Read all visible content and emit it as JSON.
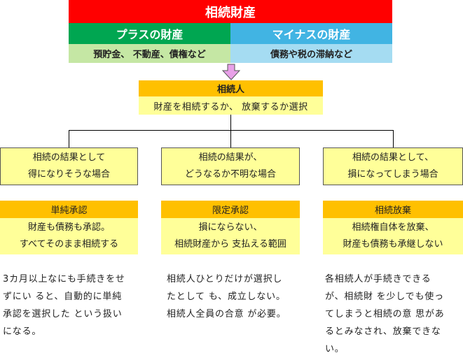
{
  "estate": {
    "title": "相続財産",
    "plus": {
      "label": "プラスの財産",
      "examples": "預貯金、 不動産、債権など"
    },
    "minus": {
      "label": "マイナスの財産",
      "examples": "債務や税の滞納など"
    }
  },
  "heir": {
    "label": "相続人",
    "choice": "財産を相続するか、 放棄するか選択"
  },
  "options": [
    {
      "case_lines": [
        "相続の結果として",
        "得になりそうな場合"
      ],
      "type": "単純承認",
      "desc_lines": [
        "財産も債務も承認。",
        "すべてそのまま相続する"
      ],
      "note_lines": [
        "3カ月以上なにも手続きをせ",
        "ずにい ると、自動的に単純",
        "承認を選択した という扱い",
        "になる。"
      ]
    },
    {
      "case_lines": [
        "相続の結果が、",
        "どうなるか不明な場合"
      ],
      "type": "限定承認",
      "desc_lines": [
        "損にならない、",
        "相続財産から 支払える範囲"
      ],
      "note_lines": [
        "相続人ひとりだけが選択し",
        "たとして も、成立しない。",
        "相続人全員の合意 が必要。"
      ]
    },
    {
      "case_lines": [
        "相続の結果として、",
        "損になってしまう場合"
      ],
      "type": "相続放棄",
      "desc_lines": [
        "相続権自体を放棄、",
        "財産も債務も承継しない"
      ],
      "note_lines": [
        "各相続人が手続きできる",
        "が、相続財 を少しでも使っ",
        "てしまうと相続の意 思があ",
        "るとみなされ、放棄できな",
        "い。"
      ]
    }
  ]
}
